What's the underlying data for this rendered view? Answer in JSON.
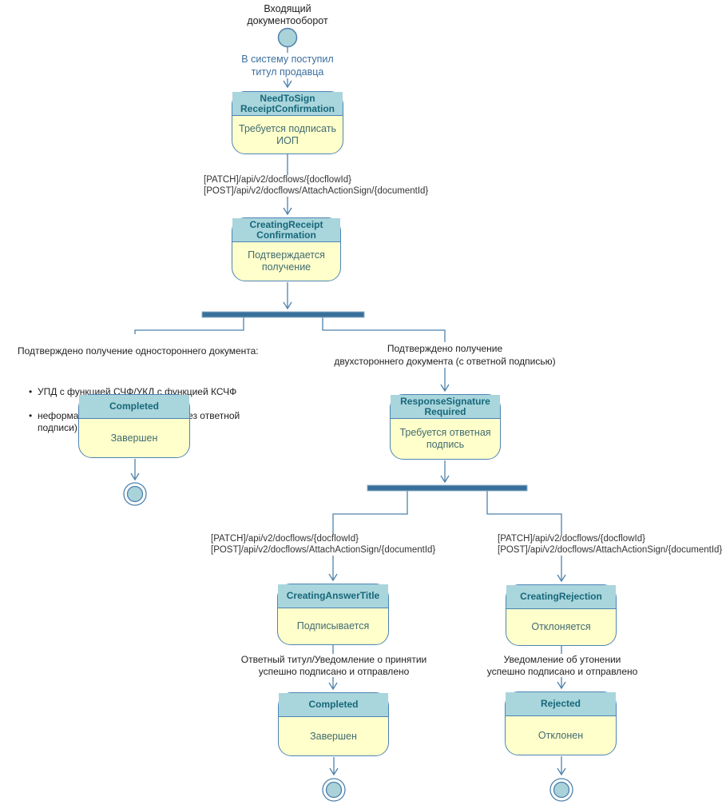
{
  "title": "Входящий\nдокументооборот",
  "labels": {
    "start_event": "В систему поступил\nтитул продавца",
    "one_sided_header": "Подтверждено получение одностороннего документа:",
    "one_sided_bullets": [
      "УПД с функцией СЧФ/УКД с функцией КСЧФ",
      "неформализованный документ (без ответной подписи)"
    ],
    "two_sided": "Подтверждено получение\nдвухстороннего документа (с ответной подписью)",
    "answer_signed": "Ответный титул/Уведомление о принятии\nуспешно подписано и отправлено",
    "rejection_signed": "Уведомление об утонении\nуспешно подписано и отправлено"
  },
  "api_calls": {
    "sign_receipt": "[PATCH]/api/v2/docflows/{docflowId}\n[POST]/api/v2/docflows/AttachActionSign/{documentId}",
    "sign_answer": "[PATCH]/api/v2/docflows/{docflowId}\n[POST]/api/v2/docflows/AttachActionSign/{documentId}",
    "sign_rejection": "[PATCH]/api/v2/docflows/{docflowId}\n[POST]/api/v2/docflows/AttachActionSign/{documentId}"
  },
  "states": {
    "need_to_sign": {
      "name": "NeedToSign\nReceiptConfirmation",
      "label": "Требуется подписать\nИОП"
    },
    "creating_receipt": {
      "name": "CreatingReceipt\nConfirmation",
      "label": "Подтверждается\nполучение"
    },
    "completed_left": {
      "name": "Completed",
      "label": "Завершен"
    },
    "response_signature": {
      "name": "ResponseSignature\nRequired",
      "label": "Требуется ответная\nподпись"
    },
    "creating_answer": {
      "name": "CreatingAnswerTitle",
      "label": "Подписывается"
    },
    "creating_rejection": {
      "name": "CreatingRejection",
      "label": "Отклоняется"
    },
    "completed_bottom": {
      "name": "Completed",
      "label": "Завершен"
    },
    "rejected": {
      "name": "Rejected",
      "label": "Отклонен"
    }
  },
  "colors": {
    "state_header_bg": "#a9d5dc",
    "state_body_bg": "#ffffcb",
    "state_border": "#4d84b5",
    "state_header_text": "#17687a",
    "state_body_text": "#416b72",
    "connector": "#4d82ad",
    "fork_bar": "#38709a",
    "terminal_fill": "#a9d3d9",
    "event_label_text": "#3b6fa0",
    "label_text": "#1f1f1f"
  }
}
